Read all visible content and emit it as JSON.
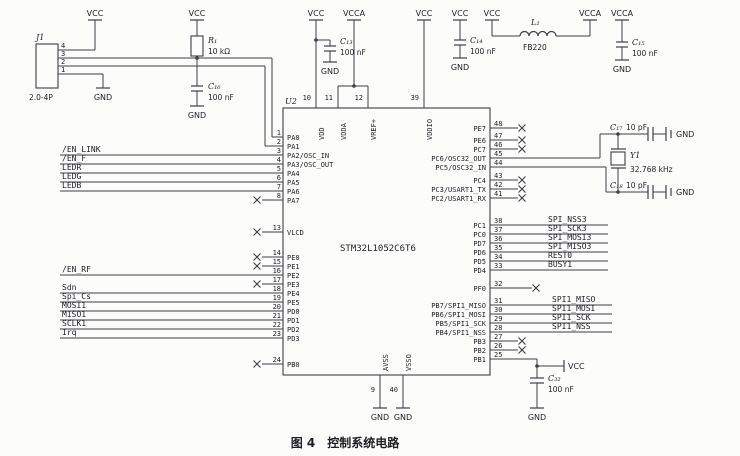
{
  "caption": "图 4　控制系统电路",
  "power": {
    "vcc": "VCC",
    "vcca": "VCCA",
    "gnd": "GND"
  },
  "j1": {
    "ref": "J1",
    "type": "2.0-4P",
    "pins": [
      "4",
      "3",
      "2",
      "1"
    ]
  },
  "r1": {
    "ref": "R₁",
    "value": "10 kΩ"
  },
  "c13": {
    "ref": "C₁₃",
    "value": "100 nF"
  },
  "c14": {
    "ref": "C₁₄",
    "value": "100 nF"
  },
  "c15": {
    "ref": "C₁₅",
    "value": "100 nF"
  },
  "c16": {
    "ref": "C₁₆",
    "value": "100 nF"
  },
  "c17": {
    "ref": "C₁₇",
    "value": "10 pF"
  },
  "c18": {
    "ref": "C₁₈",
    "value": "10 pF"
  },
  "c32": {
    "ref": "C₃₂",
    "value": "100 nF"
  },
  "l2": {
    "ref": "L₂",
    "value": "FB220"
  },
  "y1": {
    "ref": "Y1",
    "value": "32.768 kHz"
  },
  "u2": {
    "ref": "U2",
    "part": "STM32L1052C6T6",
    "top_pins": [
      {
        "num": "10",
        "name": "VDD"
      },
      {
        "num": "11",
        "name": "VDDA"
      },
      {
        "num": "12",
        "name": "VREF+"
      },
      {
        "num": "39",
        "name": "VDDIO"
      }
    ],
    "bottom_pins": [
      {
        "num": "9",
        "name": "AVSS"
      },
      {
        "num": "40",
        "name": "VSSO"
      }
    ],
    "left_pins": [
      {
        "num": "1",
        "name": "PA0"
      },
      {
        "num": "2",
        "name": "PA1"
      },
      {
        "num": "3",
        "name": "PA2/OSC_IN"
      },
      {
        "num": "4",
        "name": "PA3/OSC_OUT"
      },
      {
        "num": "5",
        "name": "PA4"
      },
      {
        "num": "6",
        "name": "PA5"
      },
      {
        "num": "7",
        "name": "PA6"
      },
      {
        "num": "8",
        "name": "PA7"
      },
      {
        "num": "13",
        "name": "VLCD"
      },
      {
        "num": "14",
        "name": "PE0"
      },
      {
        "num": "15",
        "name": "PE1"
      },
      {
        "num": "16",
        "name": "PE2"
      },
      {
        "num": "17",
        "name": "PE3"
      },
      {
        "num": "18",
        "name": "PE4"
      },
      {
        "num": "19",
        "name": "PE5"
      },
      {
        "num": "20",
        "name": "PD0"
      },
      {
        "num": "21",
        "name": "PD1"
      },
      {
        "num": "22",
        "name": "PD2"
      },
      {
        "num": "23",
        "name": "PD3"
      },
      {
        "num": "24",
        "name": "PB0"
      }
    ],
    "right_pins": [
      {
        "num": "48",
        "name": "PE7"
      },
      {
        "num": "47",
        "name": "PE6"
      },
      {
        "num": "46",
        "name": "PC7"
      },
      {
        "num": "45",
        "name": "PC6/OSC32_OUT"
      },
      {
        "num": "44",
        "name": "PC5/OSC32_IN"
      },
      {
        "num": "43",
        "name": "PC4"
      },
      {
        "num": "42",
        "name": "PC3/USART1_TX"
      },
      {
        "num": "41",
        "name": "PC2/USART1_RX"
      },
      {
        "num": "38",
        "name": "PC1"
      },
      {
        "num": "37",
        "name": "PC0"
      },
      {
        "num": "36",
        "name": "PD7"
      },
      {
        "num": "35",
        "name": "PD6"
      },
      {
        "num": "34",
        "name": "PD5"
      },
      {
        "num": "33",
        "name": "PD4"
      },
      {
        "num": "32",
        "name": "PF0"
      },
      {
        "num": "31",
        "name": "PB7/SPI1_MISO"
      },
      {
        "num": "30",
        "name": "PB6/SPI1_MOSI"
      },
      {
        "num": "29",
        "name": "PB5/SPI1_SCK"
      },
      {
        "num": "28",
        "name": "PB4/SPI1_NSS"
      },
      {
        "num": "27",
        "name": "PB3"
      },
      {
        "num": "26",
        "name": "PB2"
      },
      {
        "num": "25",
        "name": "PB1"
      }
    ]
  },
  "signals": {
    "left": [
      "/EN_LINK",
      "/EN_F",
      "LEDR",
      "LEDG",
      "LEDB",
      "/EN_RF",
      "Sdn",
      "Spi_Cs",
      "MOSI1",
      "MISO1",
      "SCLK1",
      "Irq"
    ],
    "right_spi3": [
      "SPI_NSS3",
      "SPI_SCK3",
      "SPI_MOSI3",
      "SPI_MISO3",
      "REST0",
      "BUSY1"
    ],
    "right_spi1": [
      "SPI1_MISO",
      "SPI1_MOSI",
      "SPI1_SCK",
      "SPI1_NSS"
    ]
  }
}
